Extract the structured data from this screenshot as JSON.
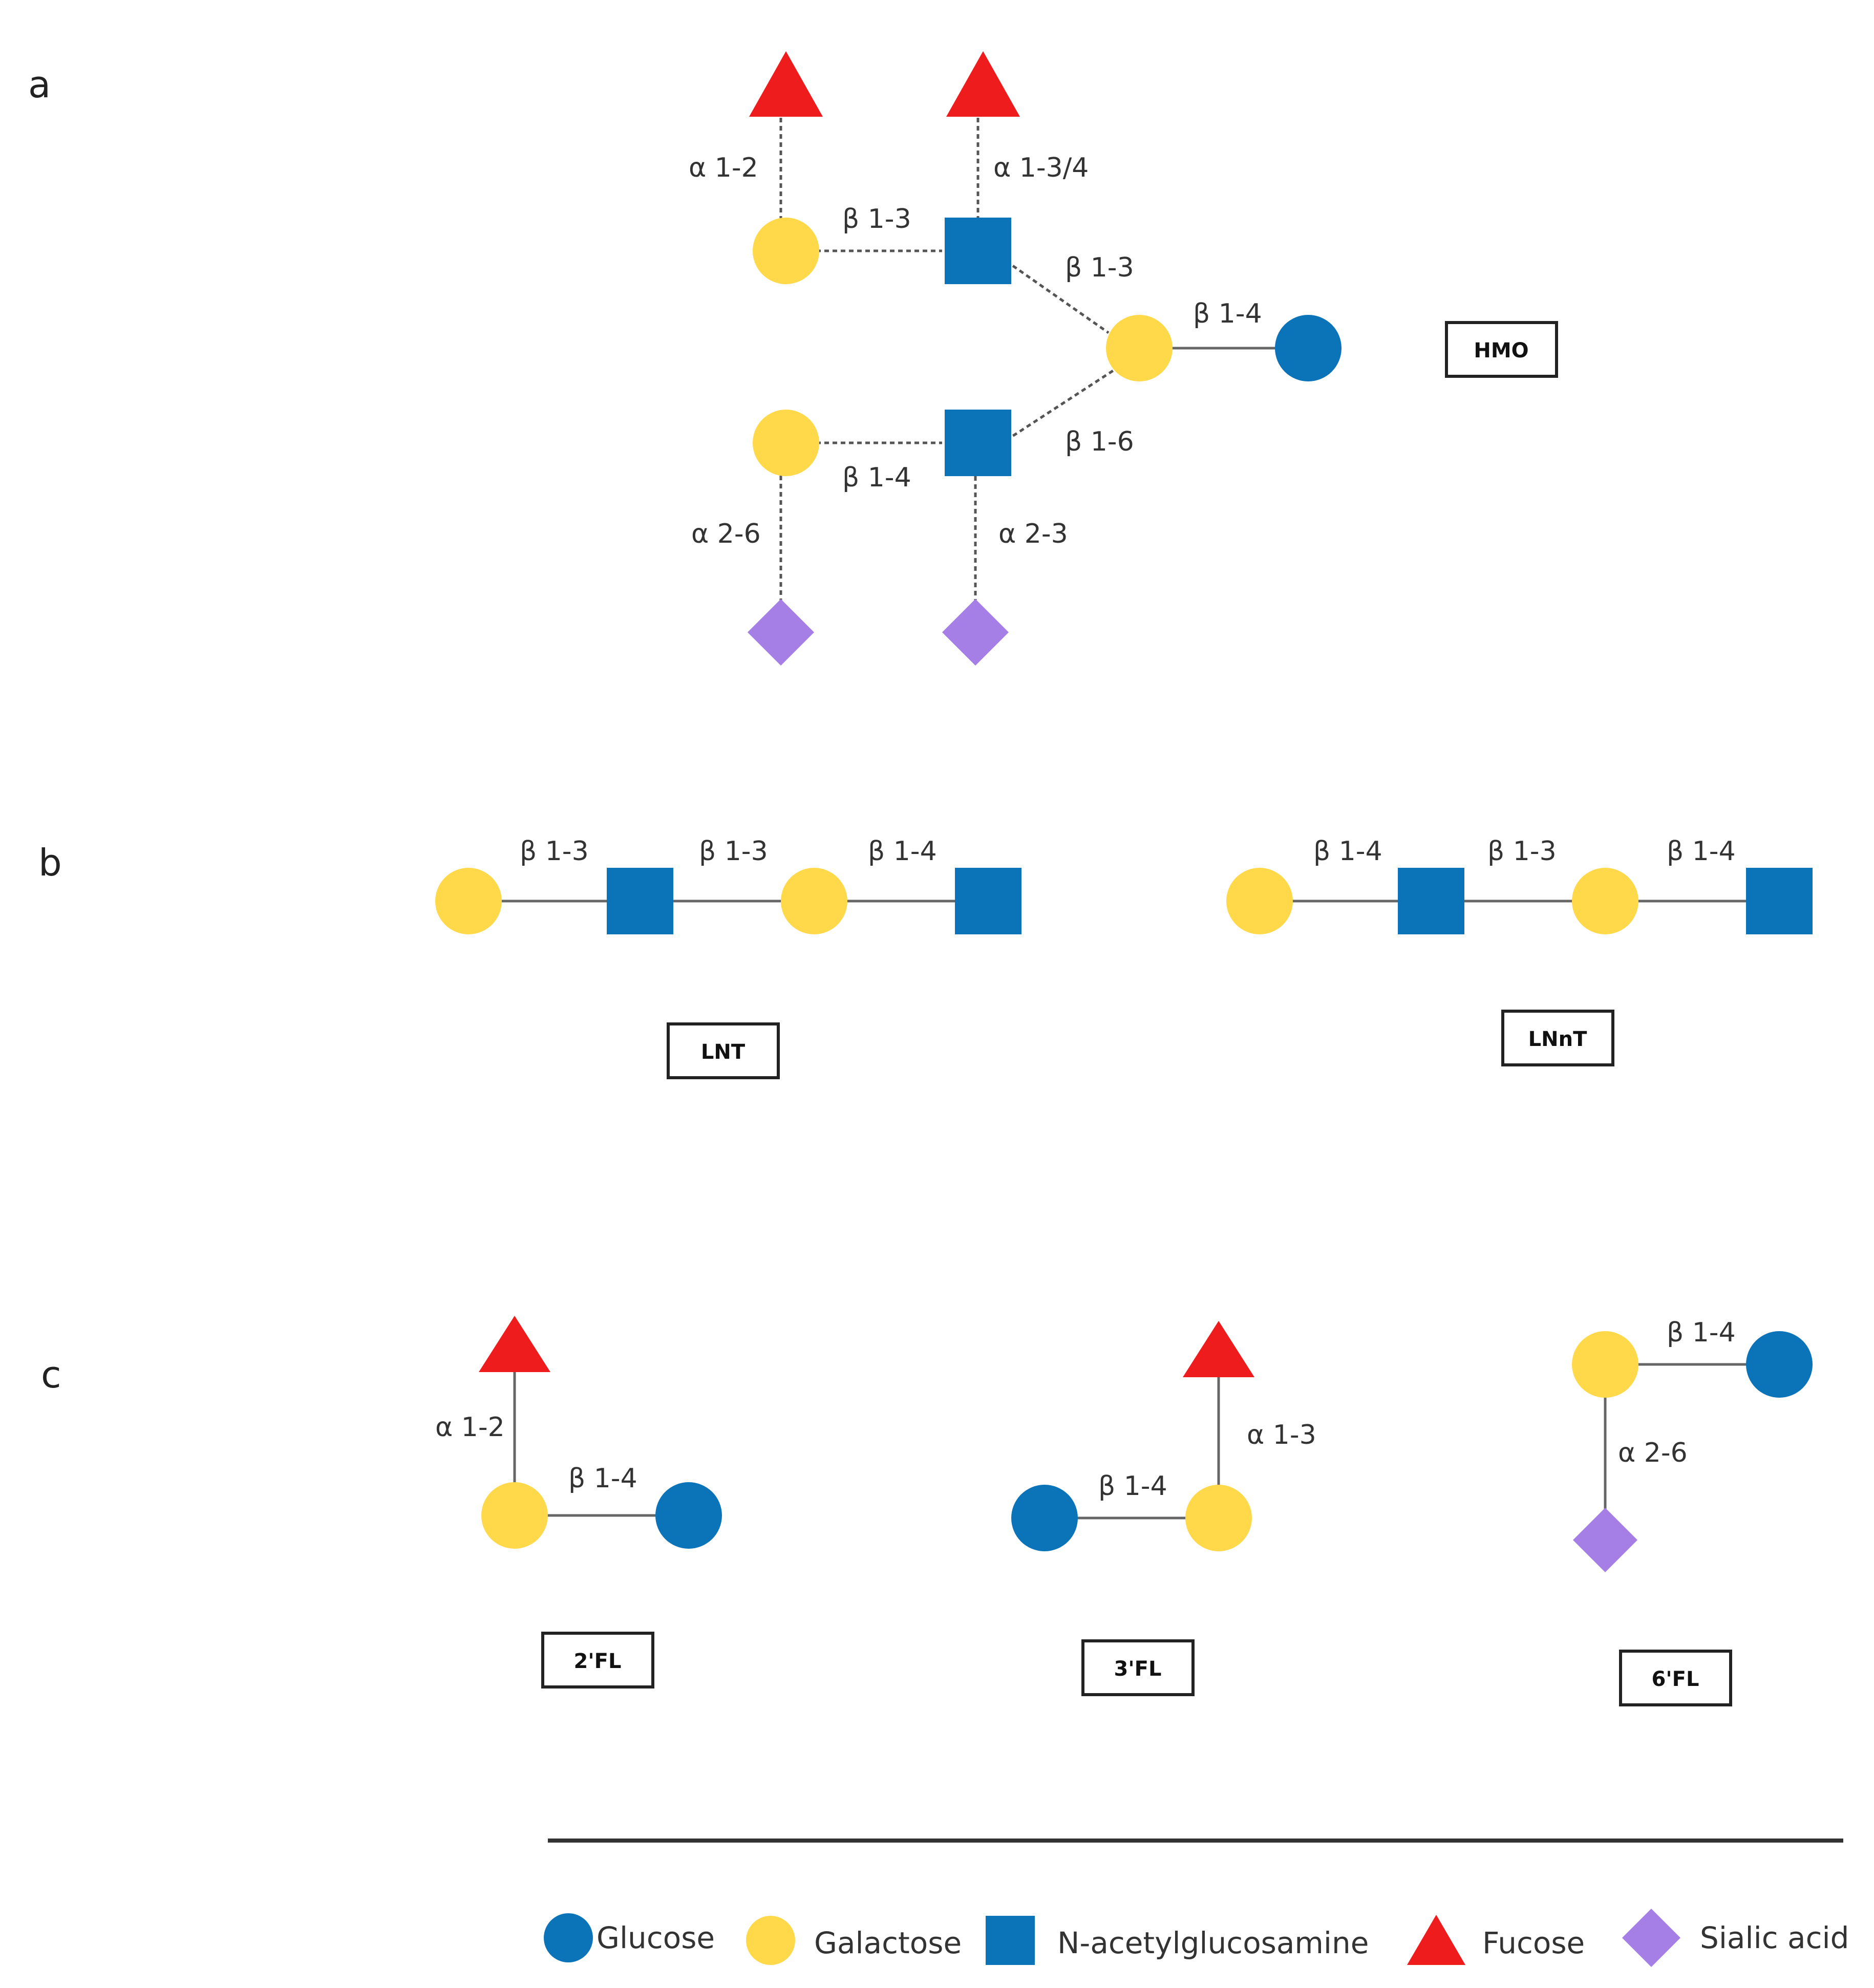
{
  "colors": {
    "glucose": "#0b73b8",
    "galactose": "#ffd94a",
    "glcnac": "#0b73b8",
    "fucose": "#ee1c1c",
    "sialic": "#a57ee6"
  },
  "panels": {
    "a": "a",
    "b": "b",
    "c": "c"
  },
  "structures": {
    "hmo": "HMO",
    "lnt": "LNT",
    "lnnt": "LNnT",
    "fl2": "2'FL",
    "fl3": "3'FL",
    "fl6": "6'FL"
  },
  "linkages": {
    "a": {
      "fuc_gal": "α 1-2",
      "fuc_glcnac": "α 1-3/4",
      "gal_glcnac_top": "β 1-3",
      "glcnac_gal_top": "β 1-3",
      "gal_glc": "β 1-4",
      "glcnac_gal_bottom": "β 1-6",
      "gal_glcnac_bottom": "β 1-4",
      "sia_gal": "α 2-6",
      "sia_glcnac": "α 2-3"
    },
    "lnt": [
      "β 1-3",
      "β 1-3",
      "β 1-4"
    ],
    "lnnt": [
      "β 1-4",
      "β 1-3",
      "β 1-4"
    ],
    "fl2": {
      "fuc": "α 1-2",
      "glc": "β 1-4"
    },
    "fl3": {
      "glc": "β 1-4",
      "fuc": "α 1-3"
    },
    "fl6": {
      "glc": "β 1-4",
      "sia": "α 2-6"
    }
  },
  "legend": [
    {
      "icon": "glucose-circle-icon",
      "label": "Glucose"
    },
    {
      "icon": "galactose-circle-icon",
      "label": "Galactose"
    },
    {
      "icon": "n-acetylglucosamine-square-icon",
      "label": "N-acetylglucosamine"
    },
    {
      "icon": "fucose-triangle-icon",
      "label": "Fucose"
    },
    {
      "icon": "sialic-acid-diamond-icon",
      "label": "Sialic acid"
    }
  ]
}
